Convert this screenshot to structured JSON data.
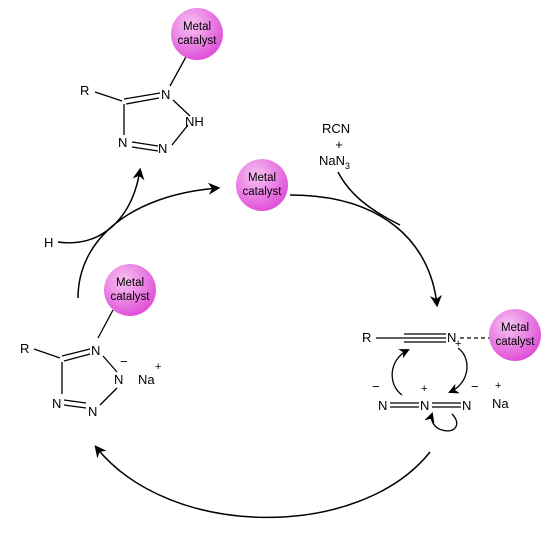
{
  "colors": {
    "catalyst_fill": "#e04fd8",
    "catalyst_highlight": "#f6c4f2",
    "line": "#000000"
  },
  "catalyst": {
    "line1": "Metal",
    "line2": "catalyst"
  },
  "product_tetrazole": {
    "r": "R",
    "n1": "N",
    "n2": "NH",
    "n3": "N",
    "n4": "N"
  },
  "reagents": {
    "rcn": "RCN",
    "plus": "+",
    "nana3_base": "NaN",
    "nana3_sub": "3"
  },
  "hydrogen": {
    "label": "H"
  },
  "nitrile_complex": {
    "r": "R",
    "n": "N",
    "plus": "+"
  },
  "azide": {
    "n_left": "N",
    "n_mid": "N",
    "n_right": "N",
    "minus_left": "−",
    "plus_mid": "+",
    "minus_right": "−",
    "na_plus": "+",
    "na": "Na"
  },
  "tetrazolate": {
    "r": "R",
    "n1": "N",
    "n2": "N",
    "minus": "−",
    "n3": "N",
    "n4": "N",
    "na": "Na",
    "na_plus": "+"
  }
}
